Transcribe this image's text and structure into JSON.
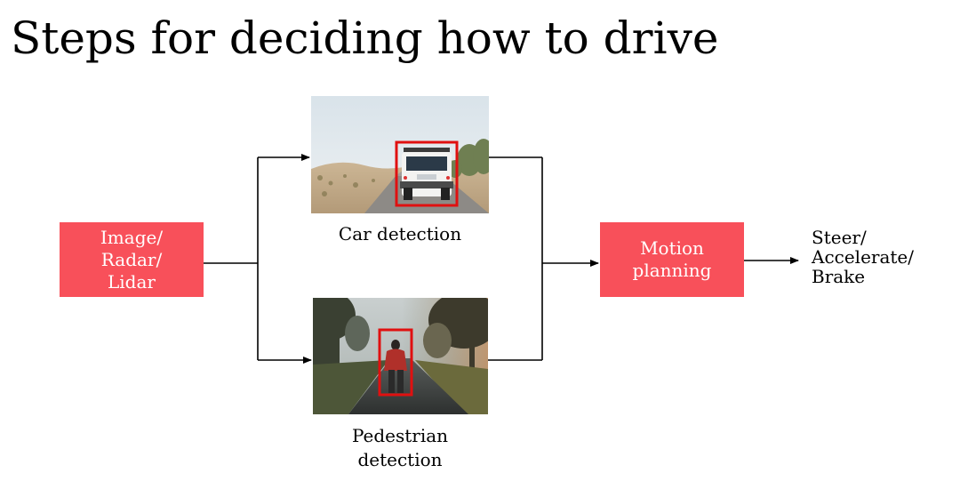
{
  "slide": {
    "title": "Steps for deciding how to drive"
  },
  "diagram": {
    "input_box": {
      "label": "Image/\nRadar/\nLidar",
      "color": "#f8505a"
    },
    "car_detection": {
      "caption": "Car detection",
      "image": "photo of a white SUV on a desert road with a red bounding box around the vehicle",
      "box_color": "#e01010"
    },
    "pedestrian_detection": {
      "caption": "Pedestrian\ndetection",
      "image": "photo of a person in a red jacket walking down a misty tree-lined road with a red bounding box around the person",
      "box_color": "#e01010"
    },
    "motion_box": {
      "label": "Motion\nplanning",
      "color": "#f8505a"
    },
    "output": {
      "label": "Steer/\nAccelerate/\nBrake"
    },
    "icons": {
      "arrowhead": "arrowhead-icon"
    }
  }
}
